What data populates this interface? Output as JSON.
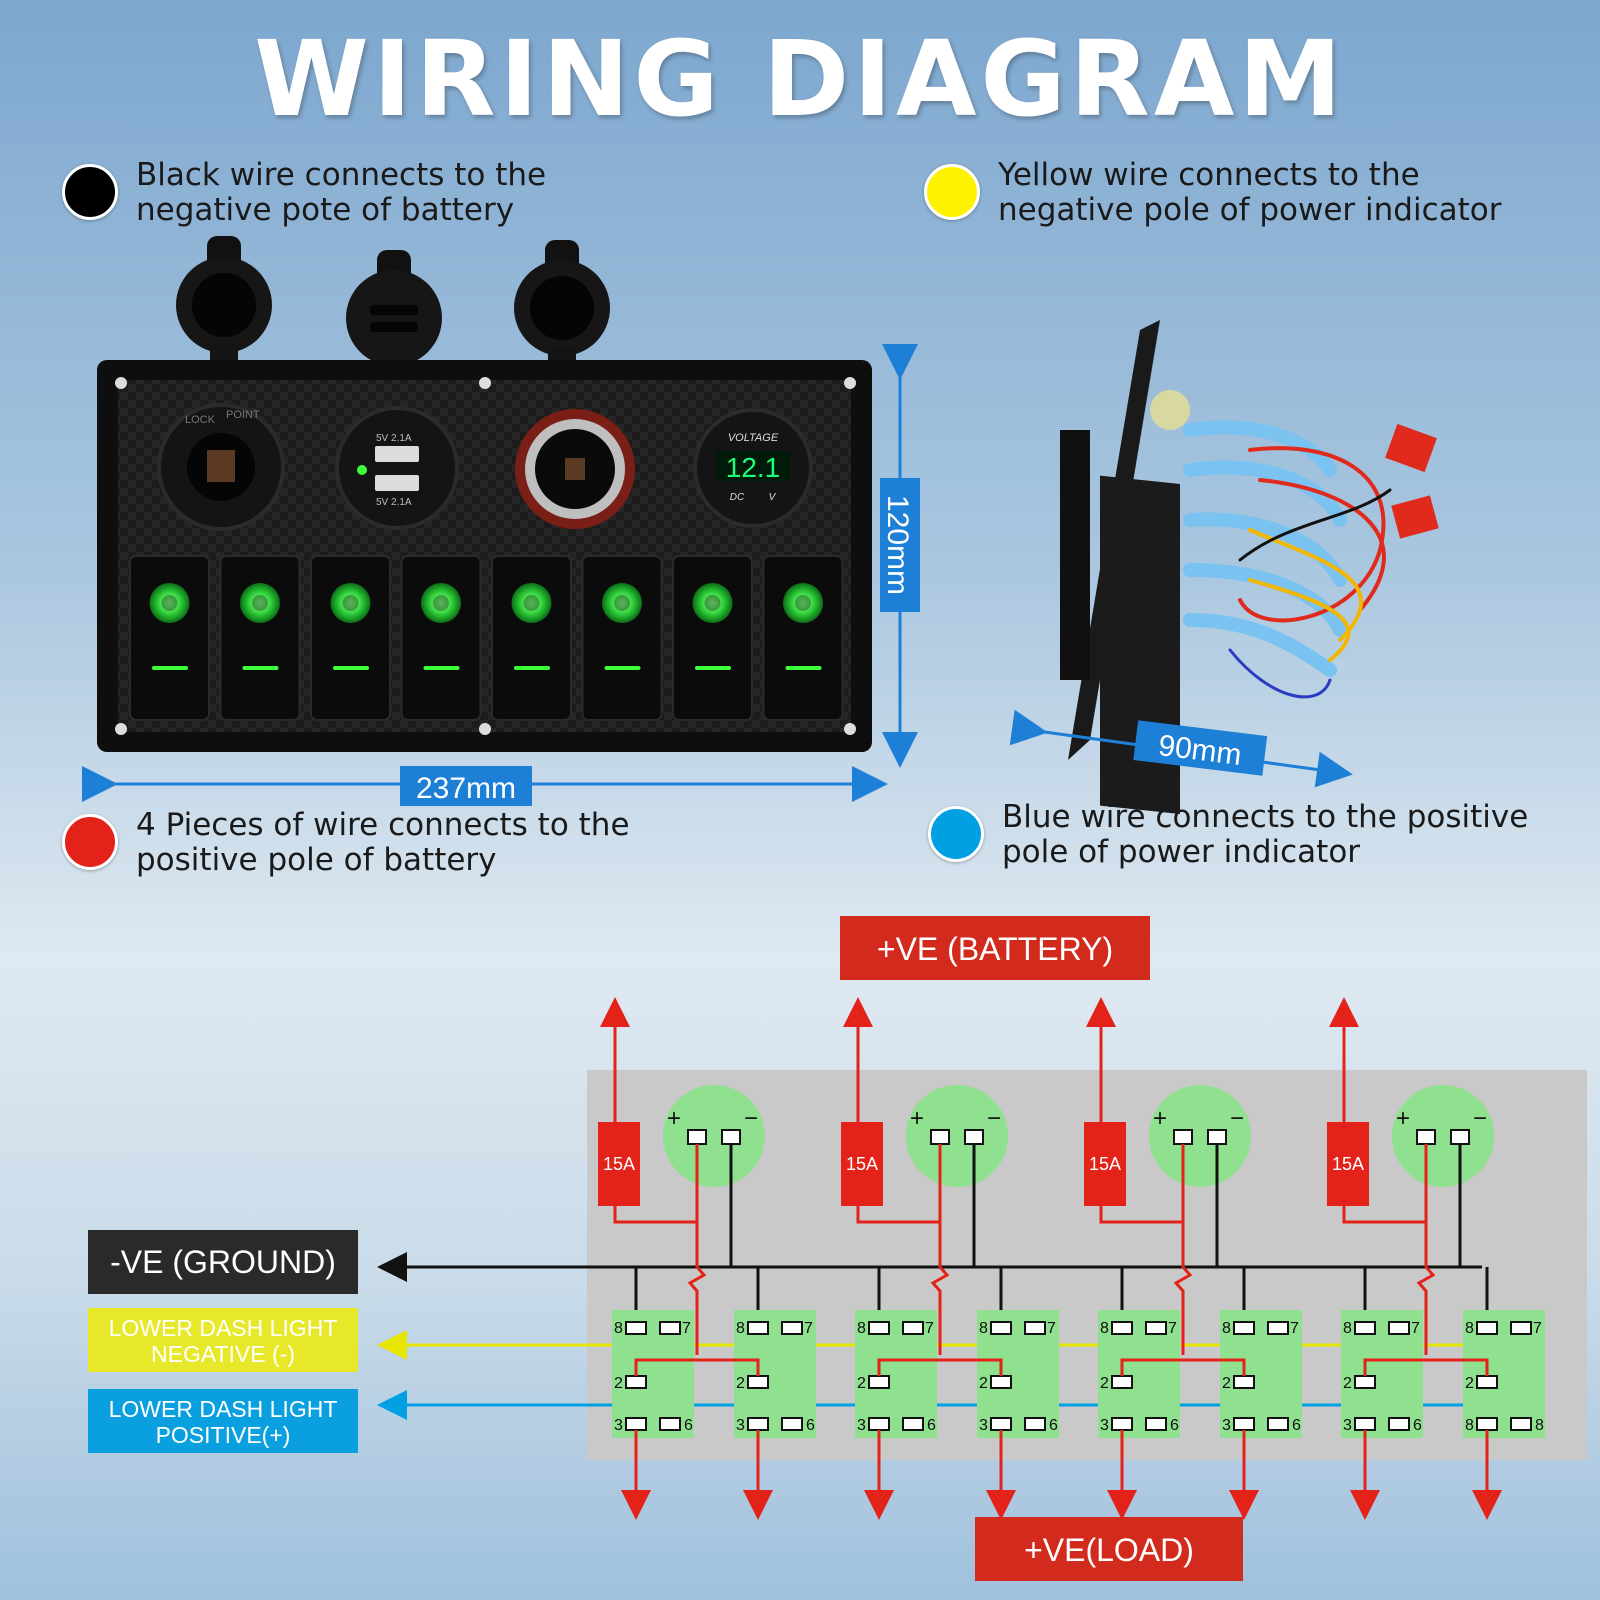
{
  "title": "WIRING DIAGRAM",
  "legend": [
    {
      "text_line1": "Black wire connects to the",
      "text_line2": "negative pote of battery",
      "color": "#000000"
    },
    {
      "text_line1": "Yellow wire connects to the",
      "text_line2": "negative pole of power indicator",
      "color": "#fff200"
    },
    {
      "text_line1": "4 Pieces of wire connects to the",
      "text_line2": "positive pole of battery",
      "color": "#e32219"
    },
    {
      "text_line1": "Blue wire connects to the positive",
      "text_line2": "pole of power indicator",
      "color": "#00a0e3"
    }
  ],
  "dimensions": {
    "width": "237mm",
    "height": "120mm",
    "depth": "90mm"
  },
  "panel": {
    "socket_labels": [
      "LOCK",
      "POINT"
    ],
    "usb_labels": [
      "5V 2.1A",
      "5V 2.1A"
    ],
    "voltmeter_title": "VOLTAGE",
    "voltmeter_reading": "12.1",
    "voltmeter_units": [
      "DC",
      "V"
    ],
    "switch_count": 8
  },
  "diagram": {
    "battery_label": "+VE (BATTERY)",
    "load_label": "+VE(LOAD)",
    "ground_label": "-VE (GROUND)",
    "dash_neg_line1": "LOWER DASH LIGHT",
    "dash_neg_line2": "NEGATIVE (-)",
    "dash_pos_line1": "LOWER DASH LIGHT",
    "dash_pos_line2": "POSITIVE(+)",
    "fuse_label": "15A",
    "plus": "+",
    "minus": "−",
    "pins": [
      "8",
      "7",
      "2",
      "3",
      "6"
    ],
    "last_pins": [
      "8",
      "7",
      "2",
      "8",
      "8"
    ],
    "colors": {
      "red": "#e32219",
      "black": "#111111",
      "yellow": "#e6e600",
      "blue": "#00a0e3",
      "green": "#8fe08f",
      "panel": "#c9c9c9"
    }
  }
}
